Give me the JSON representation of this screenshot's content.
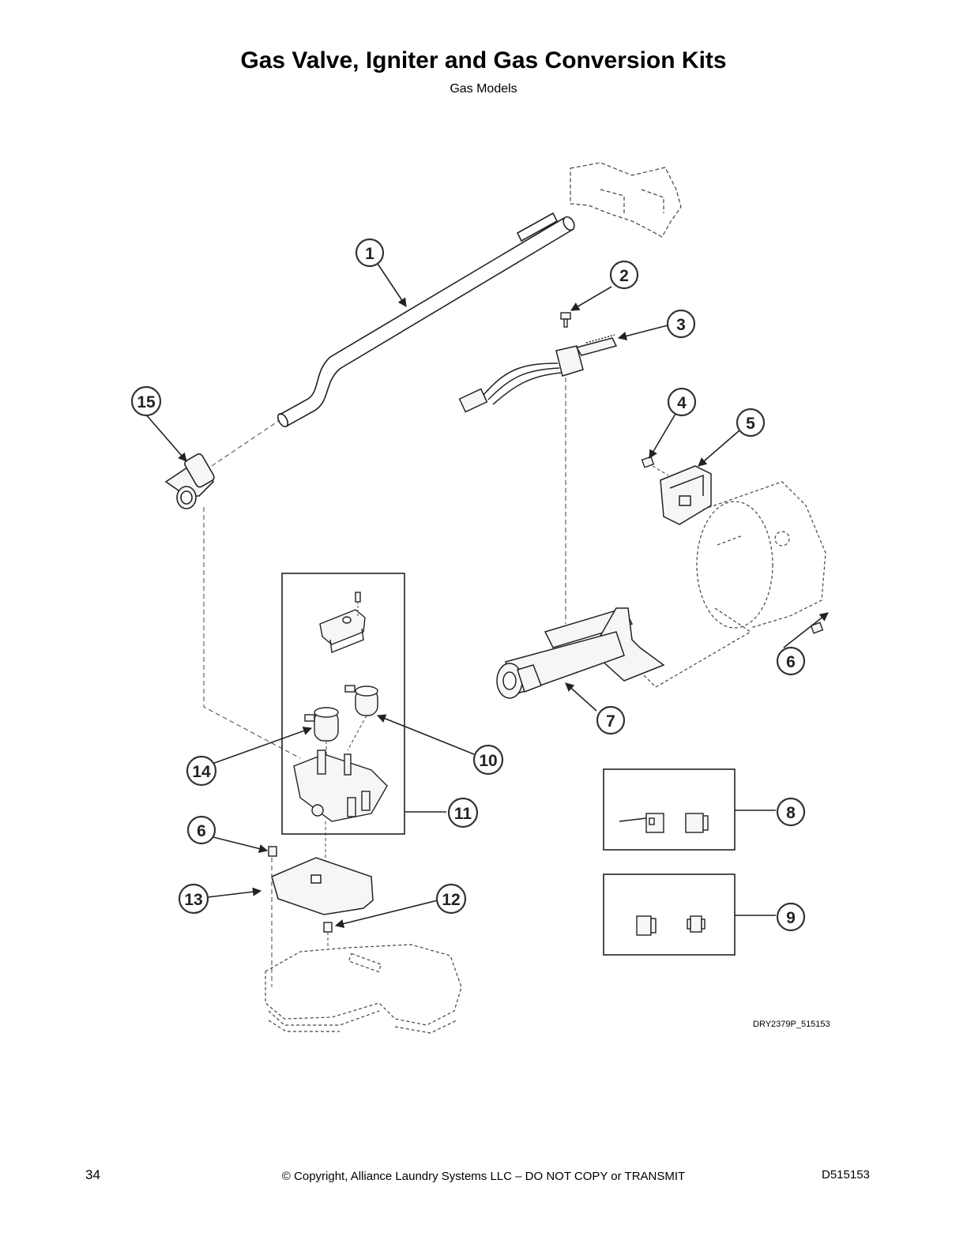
{
  "header": {
    "title": "Gas Valve, Igniter and Gas Conversion Kits",
    "subtitle": "Gas Models"
  },
  "diagram": {
    "drawing_id": "DRY2379P_515153",
    "callouts": [
      "1",
      "2",
      "3",
      "4",
      "5",
      "6",
      "6",
      "7",
      "8",
      "9",
      "10",
      "11",
      "12",
      "13",
      "14",
      "15"
    ]
  },
  "footer": {
    "page_number": "34",
    "copyright": "© Copyright, Alliance Laundry Systems LLC – DO NOT COPY or TRANSMIT",
    "doc_number": "D515153"
  }
}
